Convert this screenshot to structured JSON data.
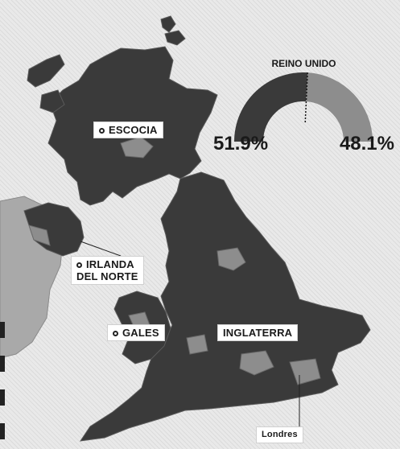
{
  "gauge": {
    "title": "REINO UNIDO",
    "left_pct_label": "51.9%",
    "right_pct_label": "48.1%",
    "left_value": 51.9,
    "right_value": 48.1,
    "left_color": "#3a3a3a",
    "right_color": "#8d8d8d"
  },
  "labels": {
    "escocia": "ESCOCIA",
    "irlanda_line1": "IRLANDA",
    "irlanda_line2": "DEL NORTE",
    "gales": "GALES",
    "inglaterra": "INGLATERRA",
    "londres": "Londres"
  },
  "colors": {
    "dark_region": "#3a3a3a",
    "light_region": "#8d8d8d",
    "ireland": "#a9a9a9",
    "background": "#e9e9e9"
  }
}
